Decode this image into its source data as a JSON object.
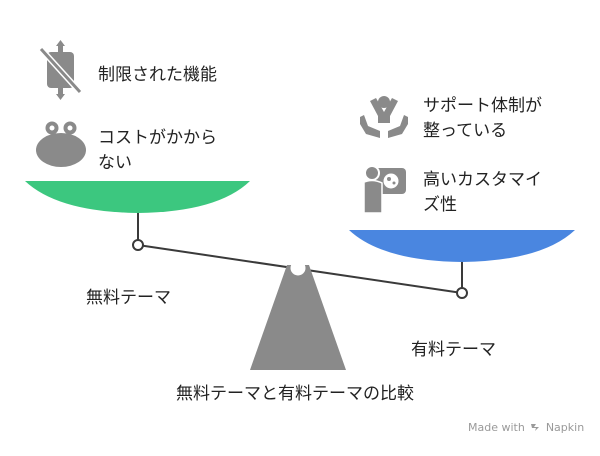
{
  "left": {
    "label": "無料テーマ",
    "features": [
      {
        "text": "制限された機能",
        "icon": "restricted-phone-icon"
      },
      {
        "text_lines": [
          "コストがかから",
          "ない"
        ],
        "icon": "piggy-bank-icon"
      }
    ],
    "pan_color": "#3cc77f"
  },
  "right": {
    "label": "有料テーマ",
    "features": [
      {
        "text_lines": [
          "サポート体制が",
          "整っている"
        ],
        "icon": "support-hands-icon"
      },
      {
        "text_lines": [
          "高いカスタマイ",
          "ズ性"
        ],
        "icon": "customization-icon"
      }
    ],
    "pan_color": "#4a86e0"
  },
  "title": "無料テーマと有料テーマの比較",
  "footer": {
    "text": "Made with",
    "brand": "Napkin"
  },
  "colors": {
    "icon": "#8a8a8a",
    "fulcrum": "#8a8a8a",
    "beam": "#3a3a3a"
  }
}
